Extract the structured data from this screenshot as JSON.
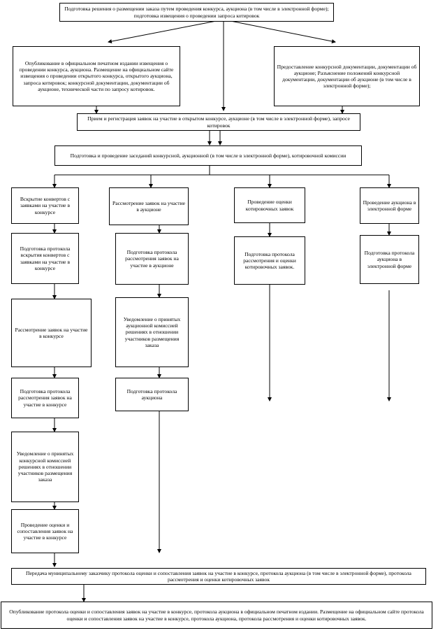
{
  "boxes": {
    "top_decision": "Подготовка решения о размещении заказа путем проведения конкурса, аукциона (в том числе в электронной форме); подготовка извещения о проведении запроса котировок",
    "publication_left": "Опубликование в официальном печатном издании извещения о проведении конкурса, аукциона. Размещение на официальном сайте извещения о проведении открытого конкурса, открытого аукциона, запроса котировок; конкурсной документации, документации об аукционе, технической части по запросу котировок.",
    "provide_docs_right": "Предоставление конкурсной документации, документации об аукционе; Разъяснение положений конкурсной документации, документации об аукционе (в том числе в электронной форме);",
    "receipt_registration": "Прием и регистрация заявок на участие в открытом конкурсе, аукционе (в том числе в электронной форме), запросе котировок",
    "commission_meetings": "Подготовка и проведение заседаний конкурсной, аукционной (в том числе в электронной форме), котировочной  комиссии",
    "col1_opening": "Вскрытие конвертов с заявками на участие в конкурсе",
    "col1_protocol_opening": "Подготовка протокола вскрытия конвертов с заявками на участие в конкурсе",
    "col1_review": "Рассмотрение заявок на участие в конкурсе",
    "col1_protocol_review": "Подготовка протокола рассмотрения заявок на участие в конкурсе",
    "col1_notice": "Уведомление о принятых конкурсной комиссией решениях в отношении участников размещения заказа",
    "col1_evaluation": "Проведение оценки и сопоставления заявок на участие в конкурсе",
    "col2_review": "Рассмотрение заявок на участие в аукционе",
    "col2_protocol_review": "Подготовка протокола рассмотрения заявок на участие в аукционе",
    "col2_notice": "Уведомление о принятых аукционной комиссией решениях в отношении участников размещения заказа",
    "col2_protocol_auction": "Подготовка протокола аукциона",
    "col3_evaluation": "Проведение оценки котировочных заявок",
    "col3_protocol": "Подготовка протокола рассмотрения и оценки котировочных заявок.",
    "col4_auction": "Проведение аукциона в электронной форме",
    "col4_protocol": "Подготовка протокола аукциона в электронной форме",
    "transfer": "Передача муниципальному заказчику протокола оценки и сопоставления заявок на участие в конкурсе, протокола аукциона (в том числе в электронной форме), протокола рассмотрения и оценки котировочных заявок",
    "final_publication": "Опубликование протокола оценки и сопоставления заявок на участие в конкурсе, протокола аукциона в официальном печатном издании. Размещение на официальном сайте протокола оценки и сопоставления заявок на участие в конкурсе, протокола аукциона, протокола рассмотрения и оценки котировочных заявок."
  }
}
